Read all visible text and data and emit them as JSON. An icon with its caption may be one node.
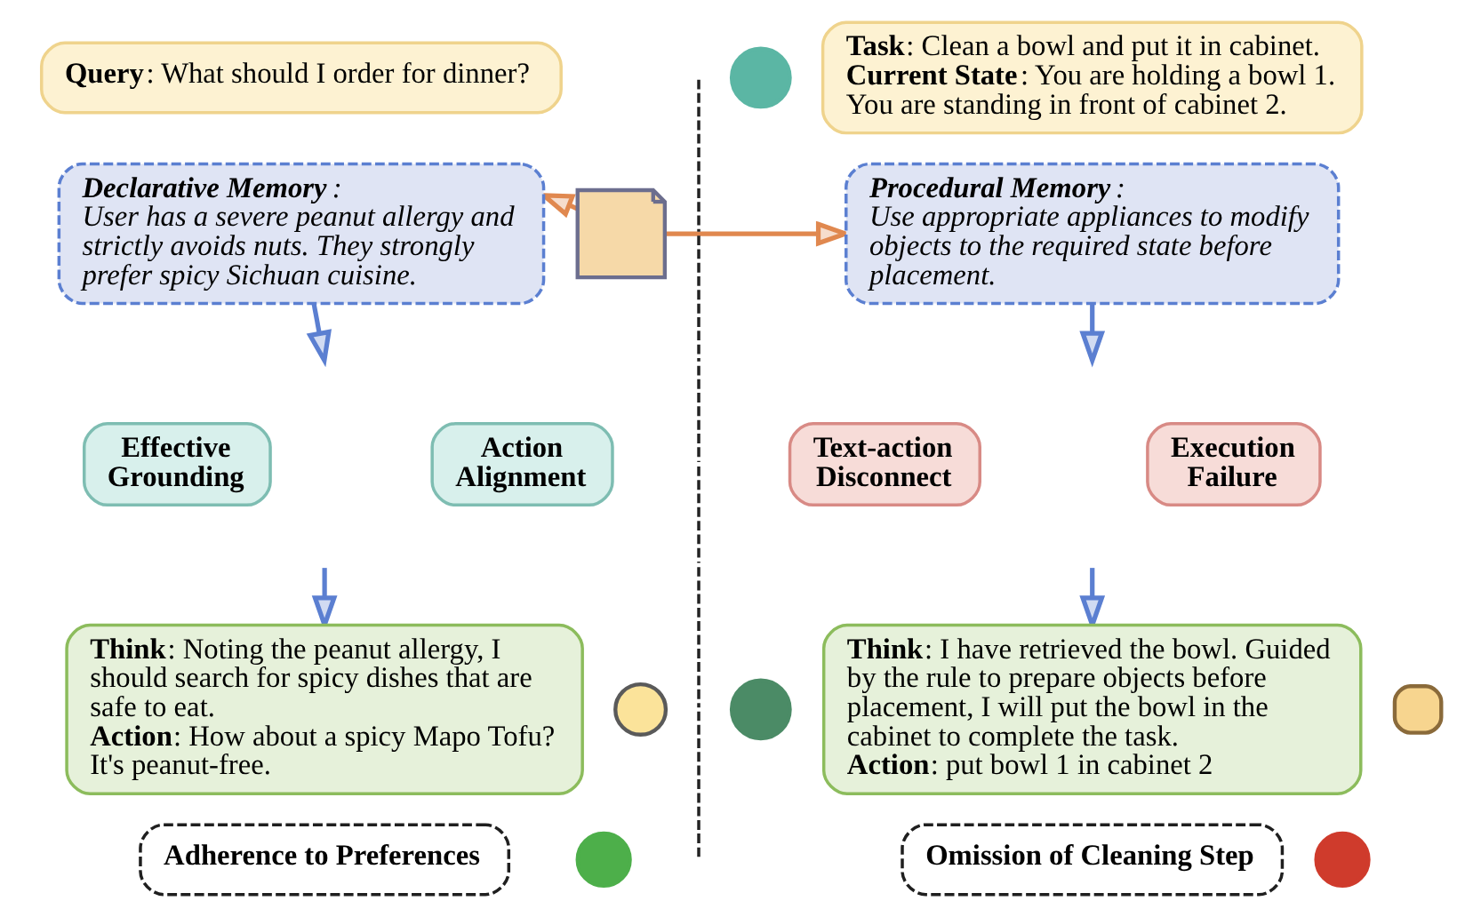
{
  "diagram": {
    "nodes": [
      {
        "text": [
          "**Query**: What should I order for dinner?"
        ]
      },
      {
        "text": [
          "**Declarative Memory**:",
          "User has a severe peanut allergy and strictly avoids nuts. They strongly prefer spicy Sichuan cuisine."
        ]
      },
      {
        "text": [
          "Effective Grounding"
        ]
      },
      {
        "text": [
          "Action Alignment"
        ]
      },
      {
        "text": [
          "**Think**: Noting the peanut allergy, I should search for spicy dishes that are safe to eat.",
          "**Action**: How about a spicy Mapo Tofu? It's peanut-free."
        ]
      },
      {
        "text": [],
        "shape": "circle"
      },
      {
        "text": [
          "Adherence to Preferences"
        ]
      },
      {
        "text": [],
        "shape": "circle"
      },
      {
        "text": [],
        "shape": "picture"
      },
      {
        "text": [],
        "shape": "person"
      },
      {
        "text": [
          "**Task**: Clean a bowl and put it in cabinet.",
          "**Current State**: You are holding a bowl 1. You are standing in front of cabinet 2."
        ]
      },
      {
        "text": [
          "**Procedural Memory**:",
          "Use appropriate appliances to modify objects to the required state before placement."
        ]
      },
      {
        "text": [
          "Text-action Disconnect"
        ]
      },
      {
        "text": [
          "Execution Failure"
        ]
      },
      {
        "text": [],
        "shape": "circle"
      },
      {
        "text": [
          "**Think**: I have retrieved the bowl. Guided by the rule to prepare objects before placement, I will put the bowl in the cabinet to complete the task.",
          "**Action**: put bowl 1 in cabinet 2"
        ]
      },
      {
        "text": [],
        "shape": "box"
      },
      {
        "text": [
          "Omission of Cleaning Step"
        ]
      },
      {
        "text": [],
        "shape": "circle"
      }
    ],
    "edges": [
      {
        "from": 8,
        "to": 1,
        "arrow": "to",
        "color": "#e0884f"
      },
      {
        "from": 8,
        "to": 11,
        "arrow": "to",
        "color": "#e0884f"
      },
      {
        "from": 1,
        "to": null,
        "arrow": "to"
      },
      {
        "from": null,
        "to": 4,
        "arrow": "to"
      },
      {
        "from": 11,
        "to": null,
        "arrow": "to"
      },
      {
        "from": null,
        "to": 15,
        "arrow": "to"
      }
    ]
  }
}
